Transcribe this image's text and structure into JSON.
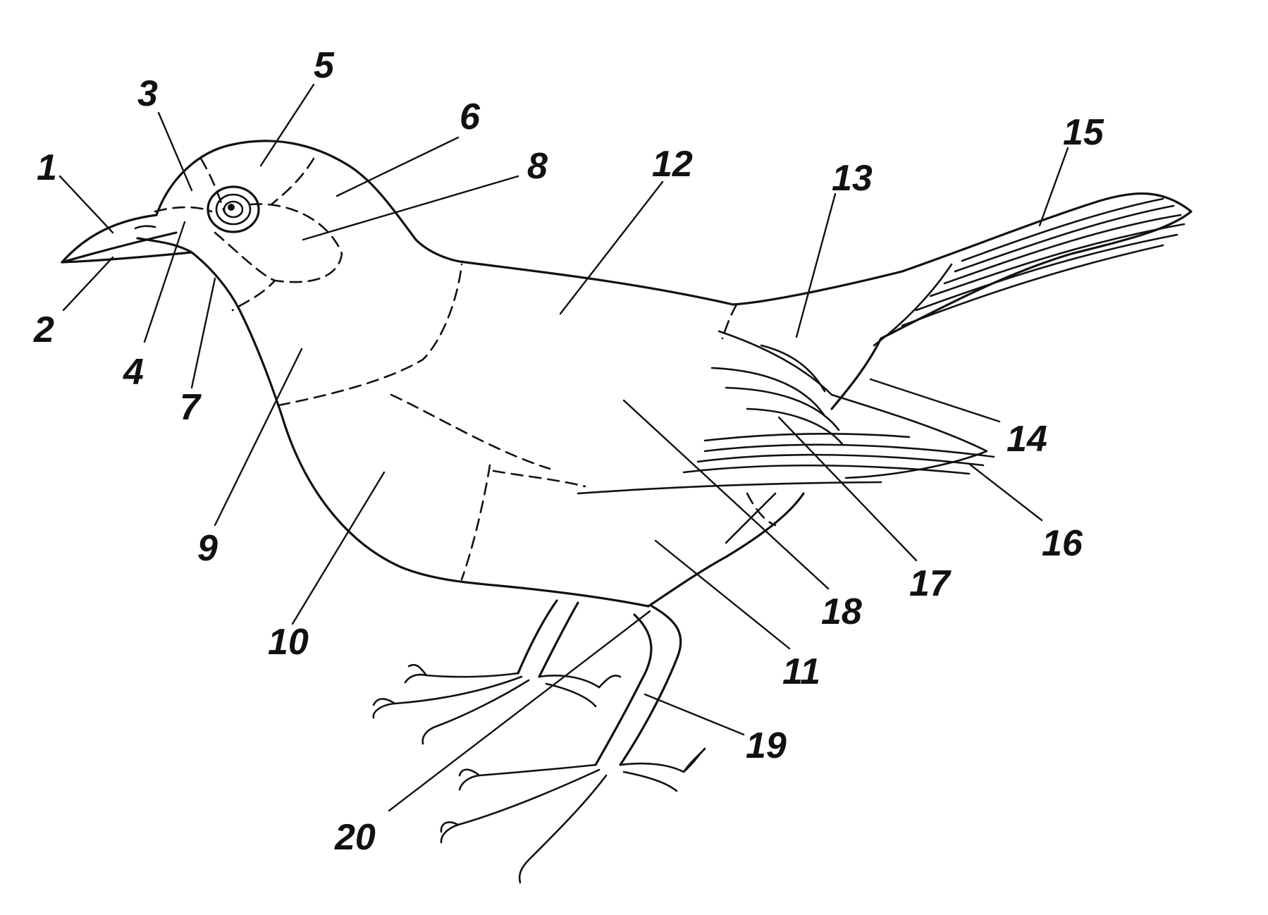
{
  "labels": [
    "1",
    "2",
    "3",
    "4",
    "5",
    "6",
    "7",
    "8",
    "9",
    "10",
    "11",
    "12",
    "13",
    "14",
    "15",
    "16",
    "17",
    "18",
    "19",
    "20"
  ]
}
